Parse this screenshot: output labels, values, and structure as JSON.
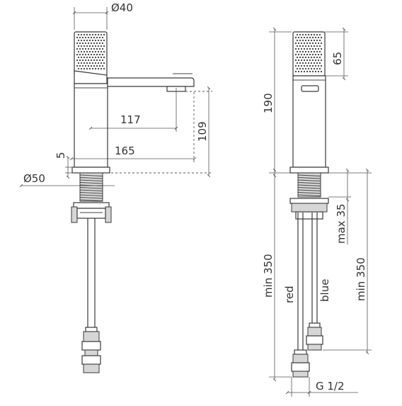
{
  "side_view": {
    "dimensions": {
      "handle_diameter": "Ø40",
      "spout_reach_inner": "117",
      "spout_reach_outer": "165",
      "spout_height": "109",
      "base_height": "5",
      "base_diameter": "Ø50"
    }
  },
  "front_view": {
    "dimensions": {
      "handle_height": "65",
      "total_height": "190",
      "hose_length_left": "min 350",
      "hose_length_right": "min 350",
      "max_thickness": "max 35",
      "connection_thread": "G 1/2"
    },
    "hose_labels": {
      "red": "red",
      "blue": "blue"
    }
  },
  "colors": {
    "line": "#3a3a3a",
    "text": "#333333",
    "background": "#ffffff"
  }
}
